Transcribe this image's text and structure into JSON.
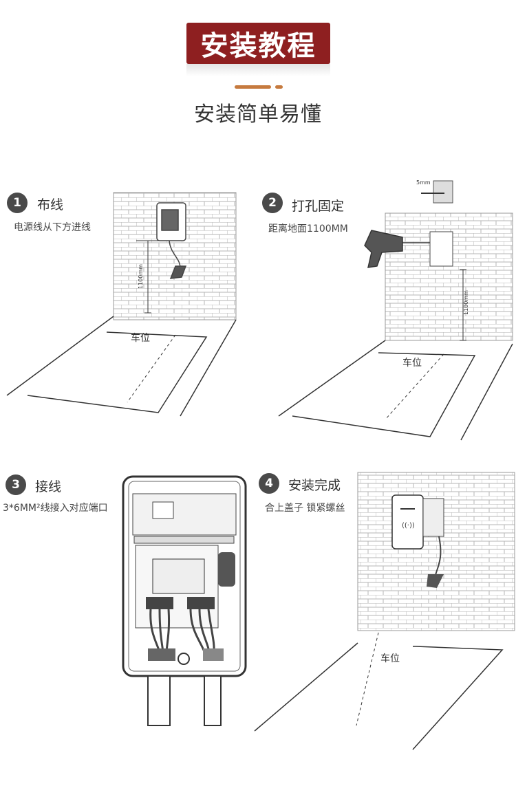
{
  "header": {
    "title": "安装教程",
    "subtitle": "安装简单易懂",
    "accent_color": "#8e1f20",
    "line_color": "#c67a3e"
  },
  "steps": [
    {
      "number": "1",
      "title": "布线",
      "description": "电源线从下方进线",
      "dimension": "1100mm",
      "parking_label": "车位"
    },
    {
      "number": "2",
      "title": "打孔固定",
      "description": "距离地面1100MM",
      "dimension": "1100mm",
      "parking_label": "车位",
      "detail_label": "5mm"
    },
    {
      "number": "3",
      "title": "接线",
      "description": "3*6MM²线接入对应端口"
    },
    {
      "number": "4",
      "title": "安装完成",
      "description": "合上盖子 锁紧螺丝",
      "parking_label": "车位"
    }
  ]
}
